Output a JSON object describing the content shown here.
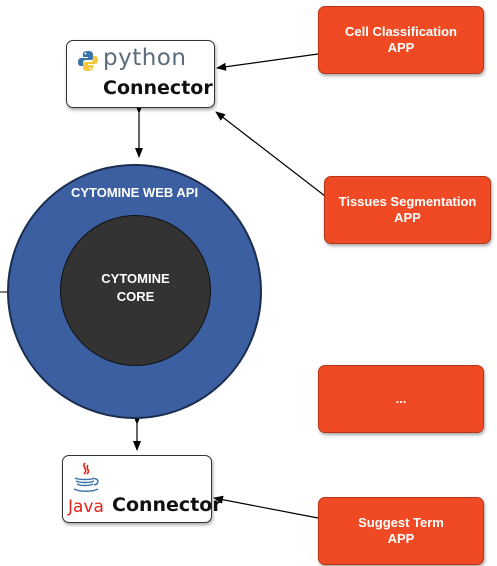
{
  "apps": [
    {
      "line1": "Cell Classification",
      "line2": "APP"
    },
    {
      "line1": "Tissues Segmentation",
      "line2": "APP"
    },
    {
      "line1": "...",
      "line2": ""
    },
    {
      "line1": "Suggest Term",
      "line2": "APP"
    }
  ],
  "python_connector": {
    "word": "python",
    "label": "Connector"
  },
  "java_connector": {
    "word": "Java",
    "label": "Connector"
  },
  "web_api": {
    "label": "CYTOMINE WEB API"
  },
  "core": {
    "line1": "CYTOMINE",
    "line2": "CORE"
  },
  "colors": {
    "app_fill": "#ef4a23",
    "api_ring": "#3b5fa0",
    "core_fill": "#333333",
    "java_red": "#e2231a",
    "python_blue": "#3b74a8",
    "python_yellow": "#f5c83b"
  }
}
